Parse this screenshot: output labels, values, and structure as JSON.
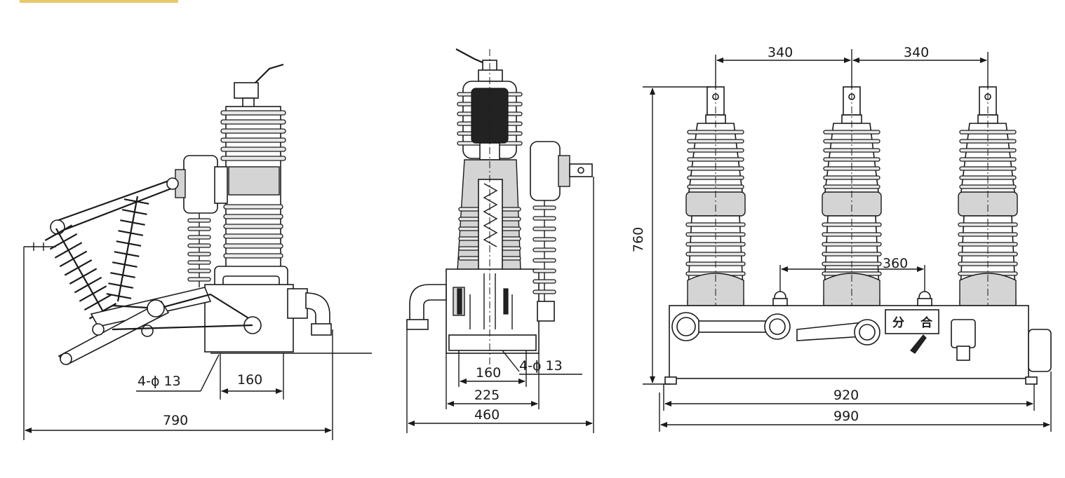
{
  "colors": {
    "ink": "#1a1a1a",
    "paper": "#ffffff",
    "shade": "#d4d4d4",
    "top_bar": "#e7c86a"
  },
  "side_view": {
    "dim_overall": "790",
    "dim_mount_spacing": "160",
    "dim_bolt_holes": "4-ϕ 13"
  },
  "front_view": {
    "dim_overall": "460",
    "dim_mount_spacing_outer": "225",
    "dim_mount_spacing_inner": "160",
    "dim_bolt_holes": "4-ϕ 13"
  },
  "rear_view": {
    "dim_phase_spacing_left": "340",
    "dim_phase_spacing_right": "340",
    "dim_height": "760",
    "dim_lifting_eye_spacing": "360",
    "dim_base_length": "920",
    "dim_overall_length": "990",
    "label_open": "分",
    "label_close": "合"
  }
}
